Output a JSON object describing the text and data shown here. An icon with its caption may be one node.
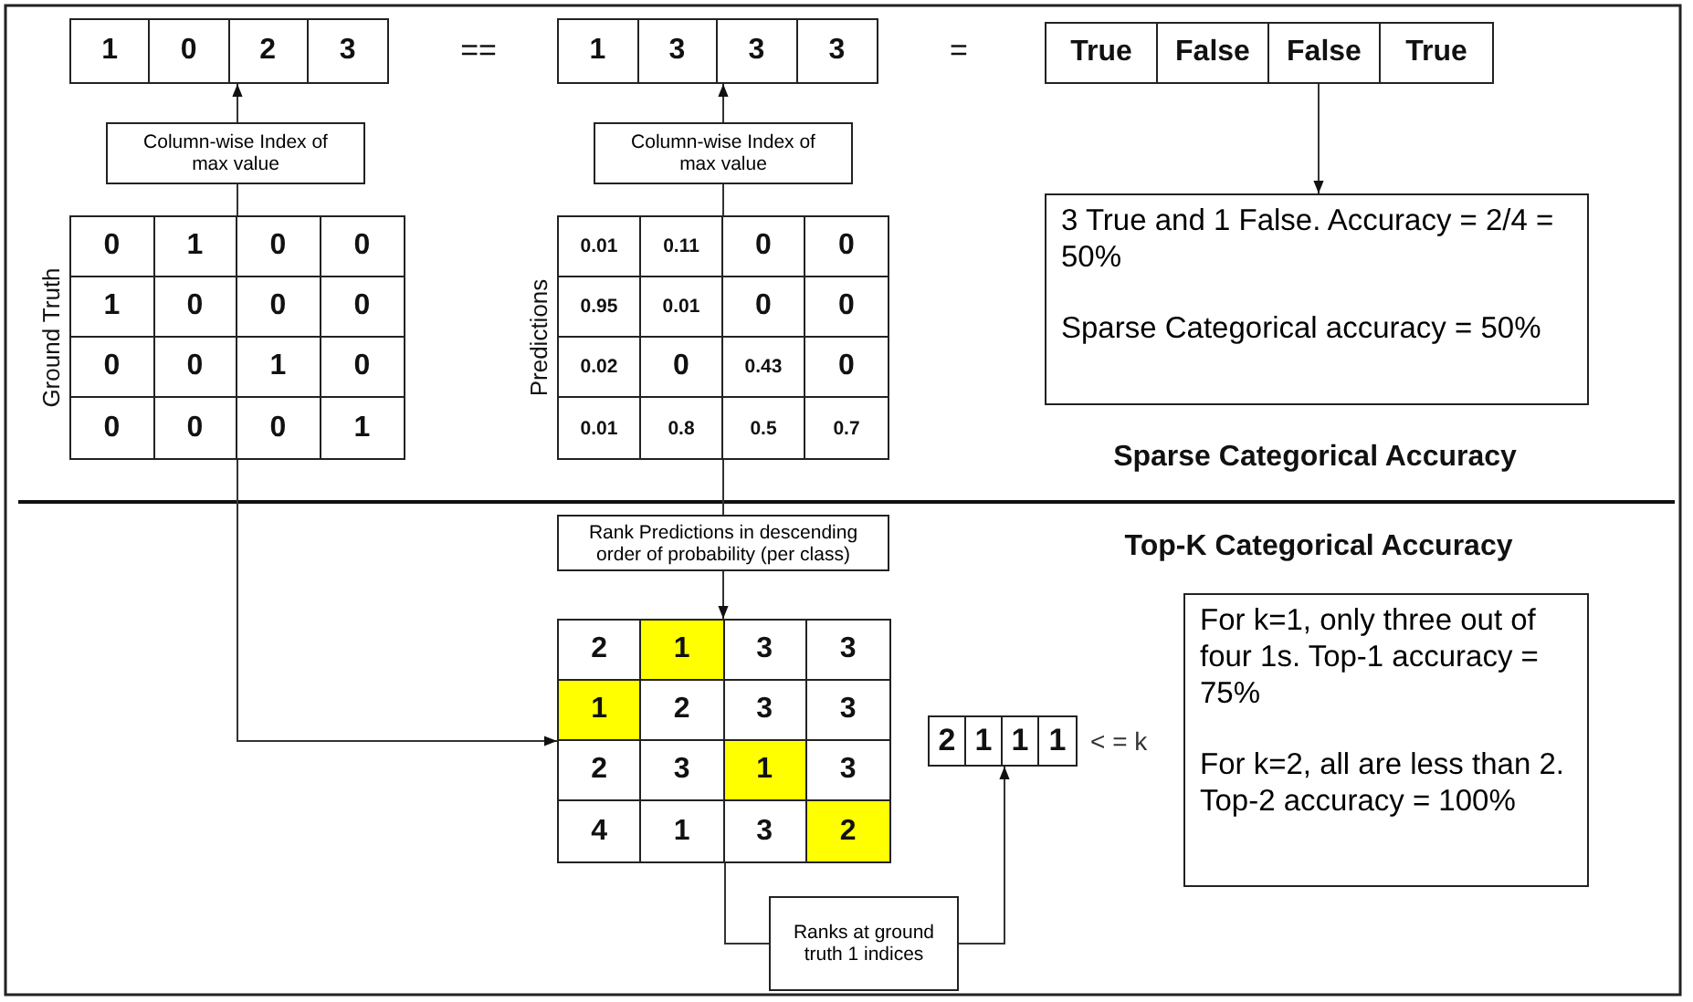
{
  "diagram": {
    "nodes": [
      {
        "text": [
          "1",
          "0",
          "2",
          "3"
        ]
      },
      {
        "text": [
          "1",
          "3",
          "3",
          "3"
        ]
      },
      {
        "text": [
          "True",
          "False",
          "False",
          "True"
        ]
      },
      {
        "text": [
          "Column-wise Index of max value"
        ]
      },
      {
        "text": [
          "Column-wise Index of max value"
        ]
      },
      {
        "text": [
          "0",
          "1",
          "0",
          "0",
          "1",
          "0",
          "0",
          "0",
          "0",
          "0",
          "1",
          "0",
          "0",
          "0",
          "0",
          "1"
        ],
        "beside": [
          "Ground Truth"
        ]
      },
      {
        "text": [
          "0.01",
          "0.11",
          "0",
          "0",
          "0.95",
          "0.01",
          "0",
          "0",
          "0.02",
          "0",
          "0.43",
          "0",
          "0.01",
          "0.8",
          "0.5",
          "0.7"
        ],
        "beside": [
          "Predictions"
        ]
      },
      {
        "text": [
          "3 True and 1 False. Accuracy = 2/4 = 50%",
          "Sparse Categorical accuracy = 50%"
        ]
      },
      {
        "text": [
          "Rank Predictions in descending order of probability (per class)"
        ]
      },
      {
        "text": [
          "2",
          "1",
          "3",
          "3",
          "1",
          "2",
          "3",
          "3",
          "2",
          "3",
          "1",
          "3",
          "4",
          "1",
          "3",
          "2"
        ]
      },
      {
        "text": [
          "Ranks at ground truth 1 indices"
        ]
      },
      {
        "text": [
          "2",
          "1",
          "1",
          "1"
        ],
        "beside": [
          "< = k"
        ]
      },
      {
        "text": [
          "For k=1, only three out of four 1s. Top-1 accuracy = 75%",
          "For k=2, all are less than 2. Top-2 accuracy = 100%"
        ]
      }
    ],
    "edges": [
      {
        "from": 5,
        "to": 3,
        "arrow": "none"
      },
      {
        "from": 3,
        "to": 0,
        "arrow": "to"
      },
      {
        "from": 6,
        "to": 4,
        "arrow": "none"
      },
      {
        "from": 4,
        "to": 1,
        "arrow": "to"
      },
      {
        "from": 2,
        "to": 7,
        "arrow": "to"
      },
      {
        "from": 5,
        "to": 9,
        "arrow": "to"
      },
      {
        "from": 6,
        "to": 8,
        "arrow": "none"
      },
      {
        "from": 8,
        "to": 9,
        "arrow": "to"
      },
      {
        "from": 9,
        "to": 10,
        "arrow": "none"
      },
      {
        "from": 10,
        "to": 11,
        "arrow": "to"
      }
    ],
    "labels": [
      "==",
      "=",
      "Sparse Categorical Accuracy",
      "Top-K Categorical Accuracy"
    ]
  }
}
